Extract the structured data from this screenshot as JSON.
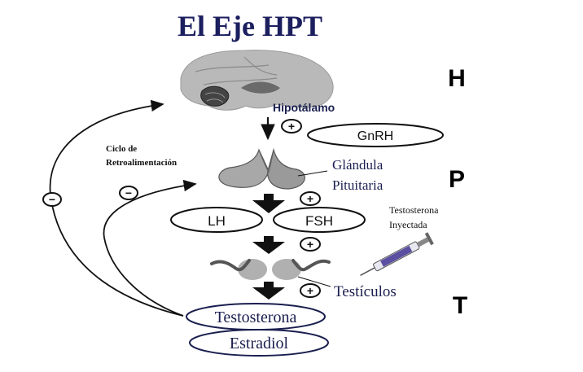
{
  "title": "El  Eje HPT",
  "level_labels": {
    "h": "H",
    "p": "P",
    "t": "T"
  },
  "hypothalamus_label": "Hipotálamo",
  "gnrh_label": "GnRH",
  "feedback_label": [
    "Ciclo de",
    "Retroalimentación"
  ],
  "pituitary_label": [
    "Glándula",
    "Pituitaria"
  ],
  "lh_label": "LH",
  "fsh_label": "FSH",
  "injected_label": [
    "Testosterona",
    "Inyectada"
  ],
  "testes_label": "Testículos",
  "testosterone_label": "Testosterona",
  "estradiol_label": "Estradiol",
  "plus_sign": "+",
  "minus_sign": "−",
  "colors": {
    "title": "#1b1f5e",
    "text_dark": "#1a1f4f",
    "arrow": "#111111",
    "brain": "#b9b9b9",
    "gland": "#a8a8a8",
    "syringe_plunger": "#5a4fa0"
  }
}
